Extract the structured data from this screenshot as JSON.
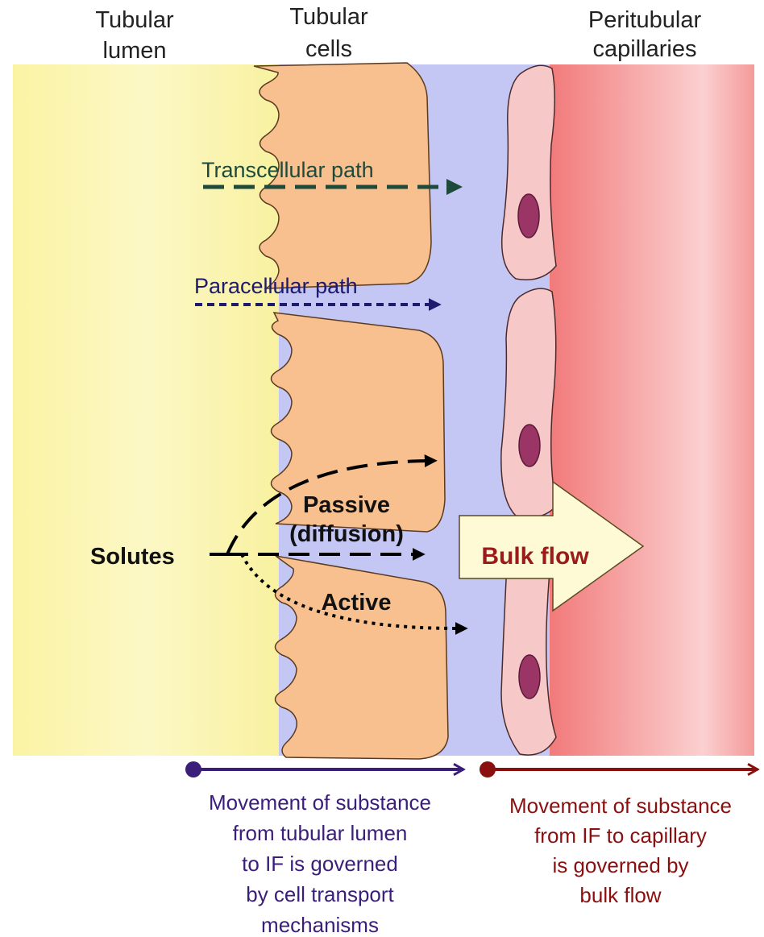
{
  "labels": {
    "lumen_line1": "Tubular",
    "lumen_line2": "lumen",
    "cells_line1": "Tubular",
    "cells_line2": "cells",
    "capillaries_line1": "Peritubular",
    "capillaries_line2": "capillaries",
    "transcellular": "Transcellular path",
    "paracellular": "Paracellular path",
    "solutes": "Solutes",
    "passive_line1": "Passive",
    "passive_line2": "(diffusion)",
    "active": "Active",
    "bulk_flow": "Bulk flow"
  },
  "captions": {
    "left": [
      "Movement of substance",
      "from tubular lumen",
      "to IF is governed",
      "by cell transport",
      "mechanisms"
    ],
    "right": [
      "Movement of substance",
      "from IF to capillary",
      "is governed by",
      "bulk flow"
    ]
  },
  "colors": {
    "lumen": "#fbf6b0",
    "interstitial_fluid": "#c4c6f4",
    "capillary": "#f38a8a",
    "tubular_cell": "#f9c08f",
    "endothelial_cell": "#f7c8c8",
    "nucleus": "#9b3566",
    "transcellular_arrow": "#1d4a3a",
    "paracellular_arrow": "#1e1a6e",
    "left_caption": "#3b1d7a",
    "right_caption": "#8a1010",
    "bulk_flow_text": "#9b1a1a"
  }
}
